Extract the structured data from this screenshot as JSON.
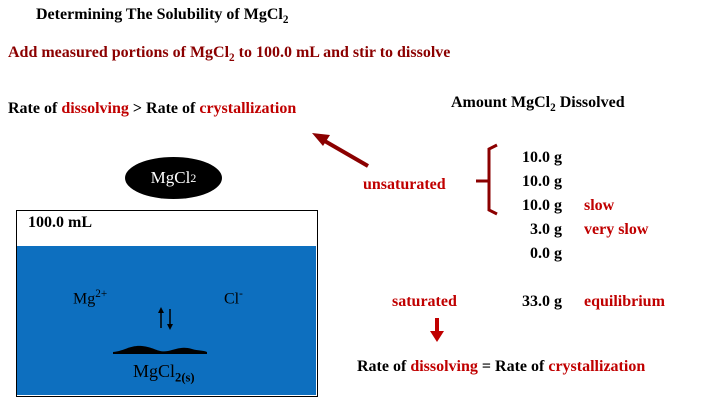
{
  "title": {
    "prefix": "Determining The Solubility of Mg",
    "element": "Cl",
    "subscript": "2"
  },
  "instruction": {
    "prefix": "Add measured portions of MgCl",
    "subscript": "2",
    "suffix": " to 100.0 mL and stir to dissolve"
  },
  "rate_statement_top": {
    "left": "Rate of ",
    "dissolving": "dissolving",
    "middle": " > Rate of ",
    "crystallization": "crystallization"
  },
  "amount_header": {
    "prefix": "Amount MgCl",
    "subscript": "2",
    "suffix": " Dissolved"
  },
  "solute_oval": {
    "prefix": "MgCl",
    "subscript": "2"
  },
  "beaker": {
    "volume_label": "100.0 mL"
  },
  "ions": {
    "magnesium": {
      "symbol": "Mg",
      "charge": "2+"
    },
    "chloride": {
      "symbol": "Cl",
      "charge": "-"
    }
  },
  "solid": {
    "prefix": "MgCl",
    "subscript": "2(s)"
  },
  "states": {
    "unsaturated": "unsaturated",
    "saturated": "saturated"
  },
  "amounts": [
    {
      "amount": "10.0 g",
      "rate": ""
    },
    {
      "amount": "10.0 g",
      "rate": ""
    },
    {
      "amount": "10.0 g",
      "rate": "slow"
    },
    {
      "amount": "3.0 g",
      "rate": "very slow"
    },
    {
      "amount": "0.0 g",
      "rate": ""
    }
  ],
  "saturated_row": {
    "amount": "33.0 g",
    "rate": "equilibrium"
  },
  "rate_statement_bottom": {
    "left": "Rate of ",
    "dissolving": "dissolving",
    "middle": " = Rate of ",
    "crystallization": "crystallization"
  },
  "colors": {
    "accent_text": "#c00000",
    "dark_red": "#8b0000",
    "water": "#0d6fbf",
    "ink": "#000000"
  }
}
